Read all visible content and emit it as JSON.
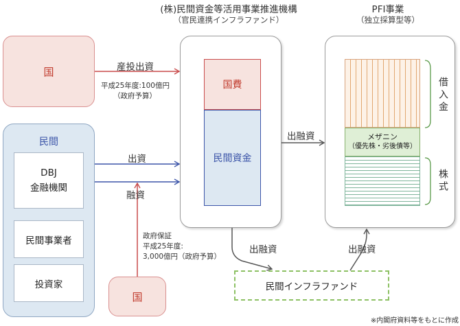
{
  "titles": {
    "fund_title": "(株)民間資金等活用事業推進機構",
    "fund_subtitle": "（官民連携インフラファンド）",
    "pfi_title": "PFI事業",
    "pfi_subtitle": "（独立採算型等）"
  },
  "gov_top": {
    "label": "国"
  },
  "gov_bottom": {
    "label": "国"
  },
  "flows": {
    "sankaku": "産投出資",
    "sankaku_note1": "平成25年度:100億円",
    "sankaku_note2": "（政府予算）",
    "shusshi": "出資",
    "yushi": "融資",
    "fund_to_pfi": "出融資",
    "fund_to_infra": "出融資",
    "infra_to_pfi": "出融資",
    "guarantee_1": "政府保証",
    "guarantee_2": "平成25年度:",
    "guarantee_3": "3,000億円（政府予算）"
  },
  "private": {
    "title": "民間",
    "items": [
      "DBJ",
      "金融機関",
      "民間事業者",
      "投資家"
    ]
  },
  "fund": {
    "kokuhi": "国費",
    "minkan_shikin": "民間資金"
  },
  "pfi": {
    "mezzanine_1": "メザニン",
    "mezzanine_2": "（優先株・劣後債等）",
    "borrowing": "借入金",
    "equity": "株式"
  },
  "infra_fund": {
    "label": "民間インフラファンド"
  },
  "footnote": "※内閣府資料等をもとに作成",
  "colors": {
    "arrow_blue": "#3b54a8",
    "arrow_red": "#c84a4a",
    "arrow_gray": "#666666"
  }
}
